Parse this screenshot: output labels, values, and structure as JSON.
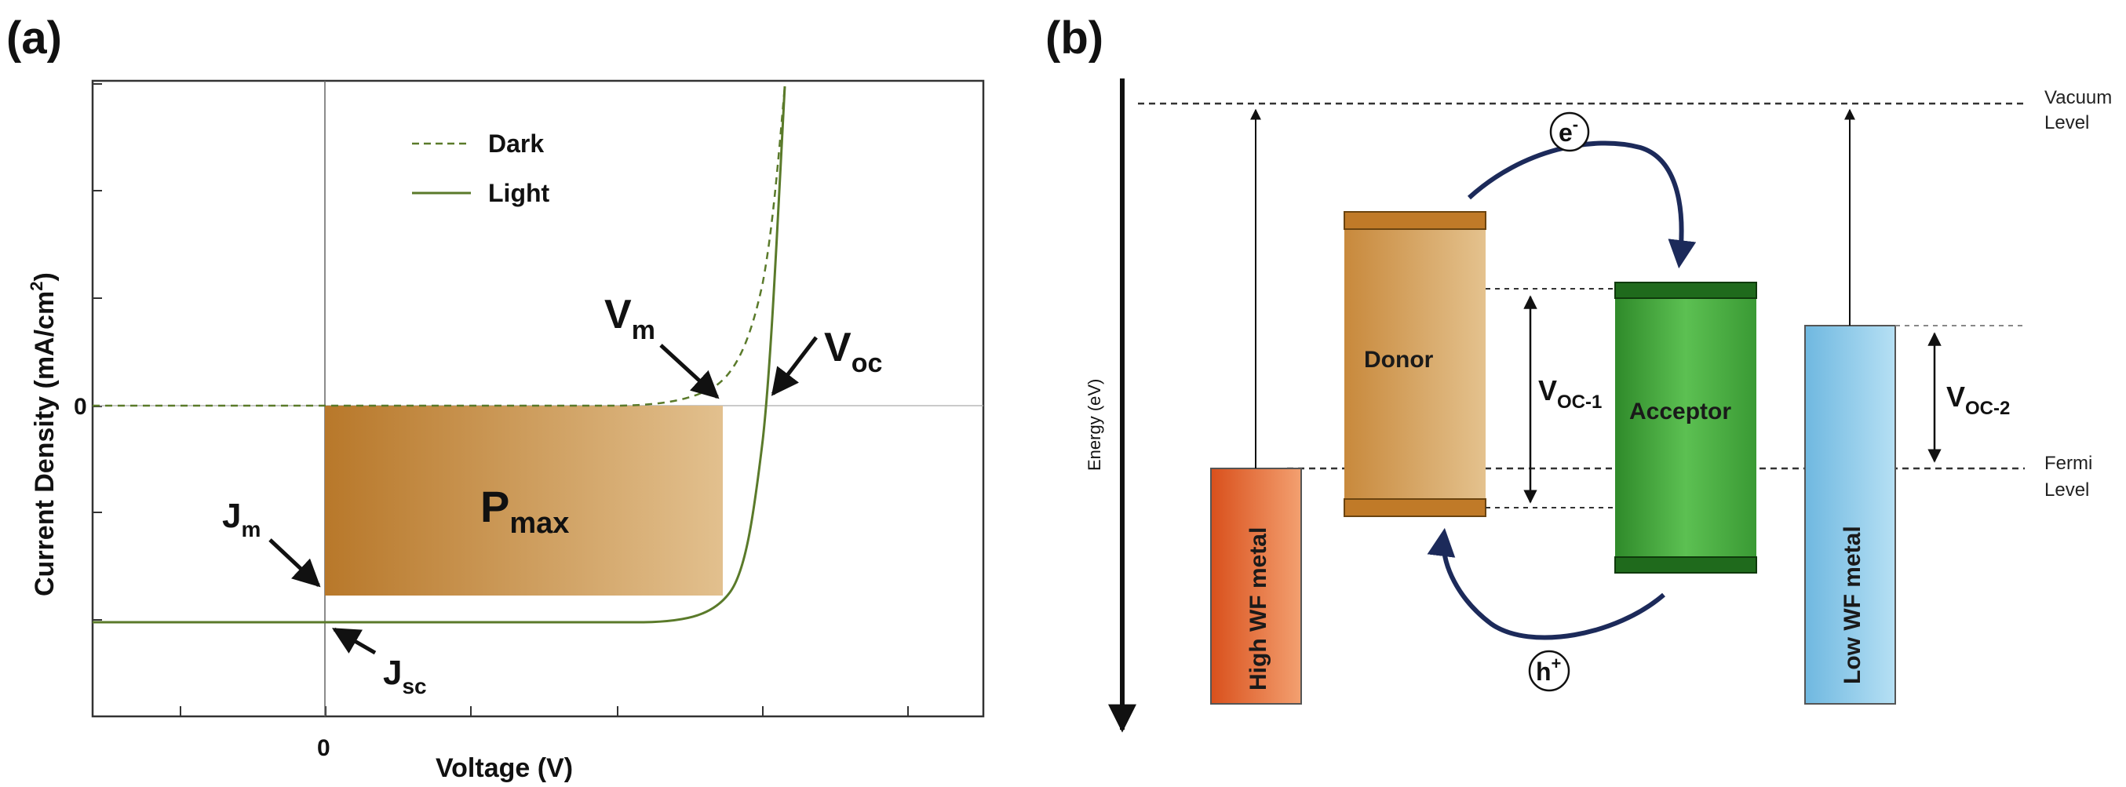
{
  "panel_a": {
    "label": "(a)",
    "ylabel": "Current Density (mA/cm",
    "ylabel_sup": "2",
    "ylabel_end": ")",
    "xlabel": "Voltage (V)",
    "x_tick_zero": "0",
    "y_tick_zero": "0",
    "legend": {
      "dark": "Dark",
      "light": "Light"
    },
    "vm_main": "V",
    "vm_sub": "m",
    "voc_main": "V",
    "voc_sub": "oc",
    "jm_main": "J",
    "jm_sub": "m",
    "jsc_main": "J",
    "jsc_sub": "sc",
    "pmax_main": "P",
    "pmax_sub": "max",
    "colors": {
      "curve": "#5a7a2a",
      "pmax_dark": "#b8782a",
      "pmax_light": "#e2c08e"
    }
  },
  "panel_b": {
    "label": "(b)",
    "energy_label": "Energy (eV)",
    "vacuum": {
      "line1": "Vacuum",
      "line2": "Level"
    },
    "fermi": {
      "line1": "Fermi",
      "line2": "Level"
    },
    "high_wf": "High WF metal",
    "low_wf": "Low WF metal",
    "donor": "Donor",
    "acceptor": "Acceptor",
    "voc1_main": "V",
    "voc1_sub": "OC-1",
    "voc2_main": "V",
    "voc2_sub": "OC-2",
    "electron": {
      "main": "e",
      "sup": "-"
    },
    "hole": {
      "main": "h",
      "sup": "+"
    },
    "colors": {
      "high_wf": "#e8642a",
      "low_wf": "#8ecbe8",
      "donor": "#c8893c",
      "acceptor": "#3fa83a",
      "arrow": "#1c2a5a"
    }
  }
}
